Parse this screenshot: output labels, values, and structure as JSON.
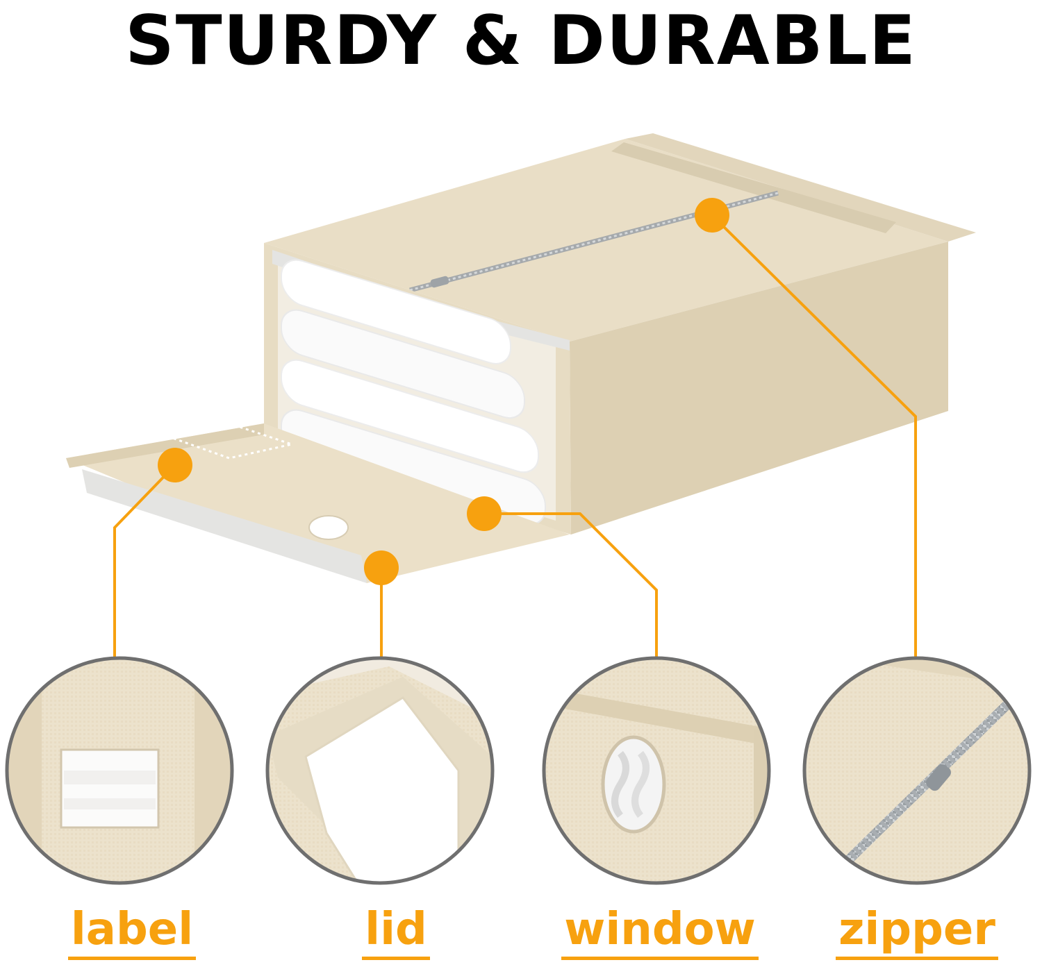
{
  "headline": "STURDY & DURABLE",
  "features": [
    {
      "key": "label",
      "text": "label"
    },
    {
      "key": "lid",
      "text": "lid"
    },
    {
      "key": "window",
      "text": "window"
    },
    {
      "key": "zipper",
      "text": "zipper"
    }
  ],
  "colors": {
    "accent": "#f7a10f",
    "fabric": "#ece2cc",
    "fabric_dark": "#dfd2b6",
    "strap": "#e4e4e2",
    "ring": "#6f6f6f",
    "headline": "#000000"
  }
}
